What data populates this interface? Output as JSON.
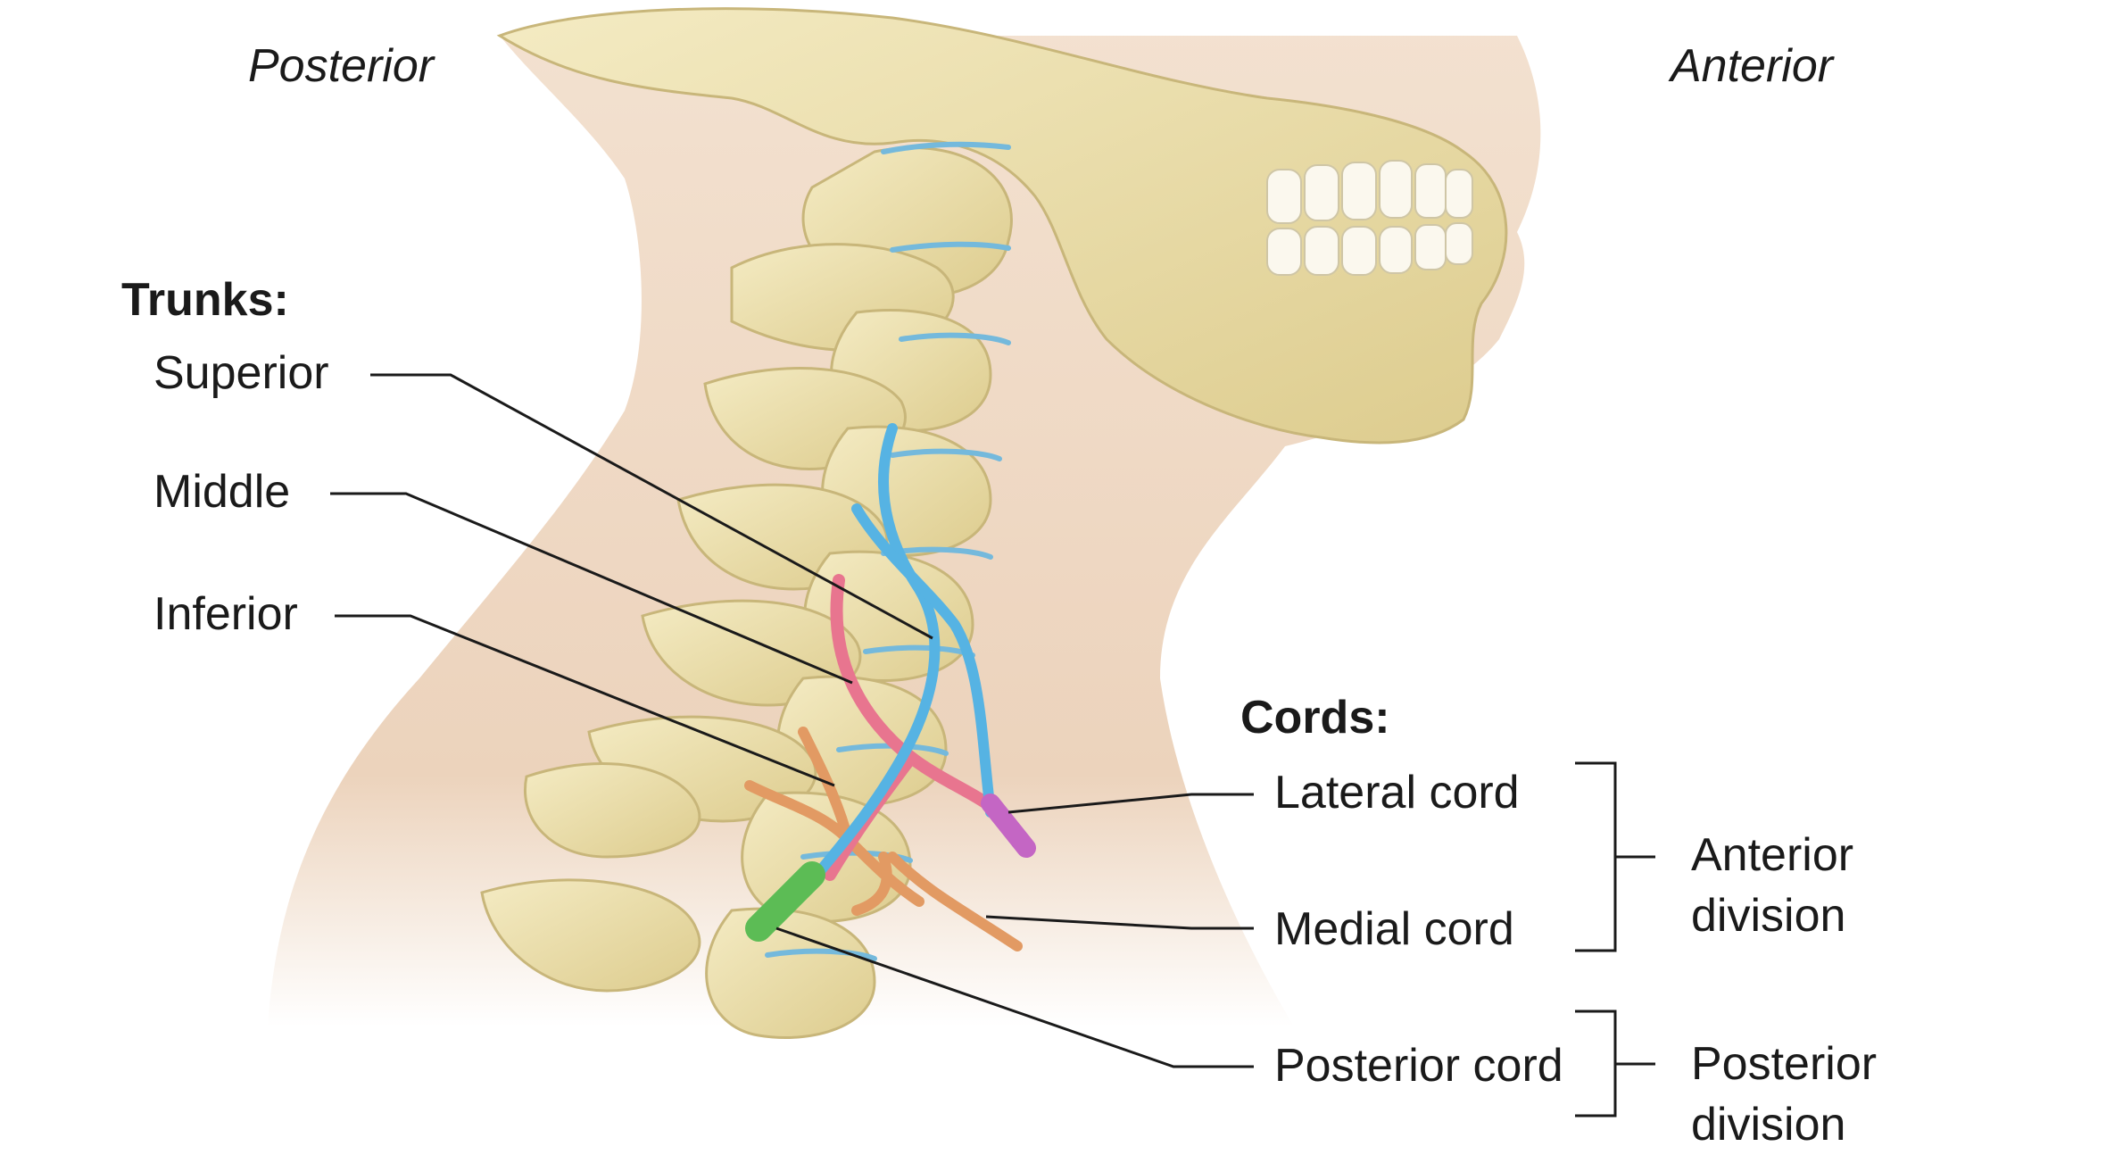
{
  "orientation": {
    "left": "Posterior",
    "right": "Anterior"
  },
  "trunks": {
    "heading": "Trunks:",
    "superior": "Superior",
    "middle": "Middle",
    "inferior": "Inferior"
  },
  "cords": {
    "heading": "Cords:",
    "lateral": "Lateral cord",
    "medial": "Medial cord",
    "posterior": "Posterior cord"
  },
  "divisions": {
    "anterior": "Anterior division",
    "posterior": "Posterior division"
  },
  "colors": {
    "bone": "#e9dca4",
    "skin": "#ecd3bc",
    "disc": "#74b9dc",
    "superior_trunk": "#56b3e3",
    "middle_trunk": "#e8758f",
    "inferior_trunk": "#e29a63",
    "lateral_cord": "#c466c4",
    "posterior_cord": "#5cbc55"
  }
}
